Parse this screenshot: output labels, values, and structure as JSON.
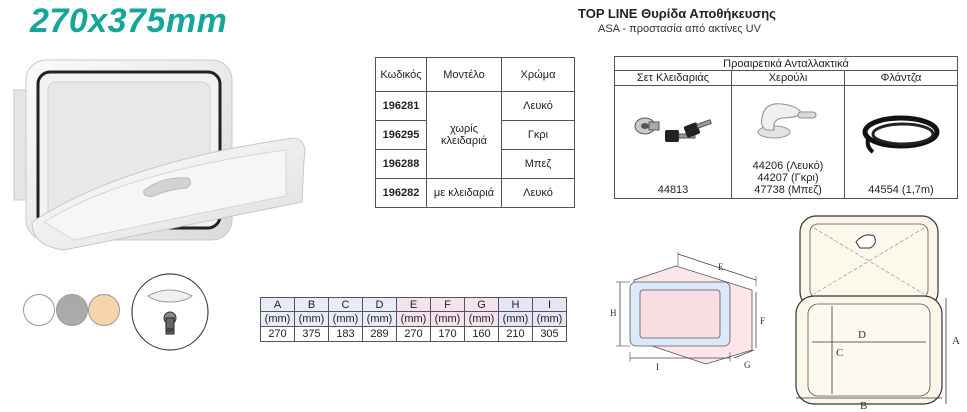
{
  "size_title": "270x375mm",
  "product": {
    "title": "TOP LINE Θυρίδα Αποθήκευσης",
    "subtitle": "ASA - προστασία από ακτίνες UV"
  },
  "models_table": {
    "headers": [
      "Κωδικός",
      "Μοντέλο",
      "Χρώμα"
    ],
    "rows": [
      {
        "code": "196281",
        "color": "Λευκό"
      },
      {
        "code": "196295",
        "color": "Γκρι"
      },
      {
        "code": "196288",
        "color": "Μπεζ"
      },
      {
        "code": "196282",
        "color": "Λευκό"
      }
    ],
    "model_without_lock": "χωρίς κλειδαριά",
    "model_with_lock": "με κλειδαριά"
  },
  "spares_table": {
    "title": "Προαιρετικά Ανταλλακτικά",
    "columns": [
      {
        "name": "Σετ Κλειδαριάς",
        "codes": [
          "44813"
        ]
      },
      {
        "name": "Χερούλι",
        "codes": [
          "44206 (Λευκό)",
          "44207 (Γκρι)",
          "47738 (Μπεζ)"
        ]
      },
      {
        "name": "Φλάντζα",
        "codes": [
          "44554 (1,7m)"
        ]
      }
    ]
  },
  "dimensions_table": {
    "letters": [
      "A",
      "B",
      "C",
      "D",
      "E",
      "F",
      "G",
      "H",
      "I"
    ],
    "unit": "(mm)",
    "values": [
      "270",
      "375",
      "183",
      "289",
      "270",
      "170",
      "160",
      "210",
      "305"
    ]
  },
  "color_swatches": [
    "#ffffff",
    "#a9aaac",
    "#f6d3a8"
  ],
  "diagram_labels": {
    "box": [
      "E",
      "H",
      "F",
      "I",
      "G"
    ],
    "hatch": [
      "D",
      "C",
      "A",
      "B"
    ]
  }
}
